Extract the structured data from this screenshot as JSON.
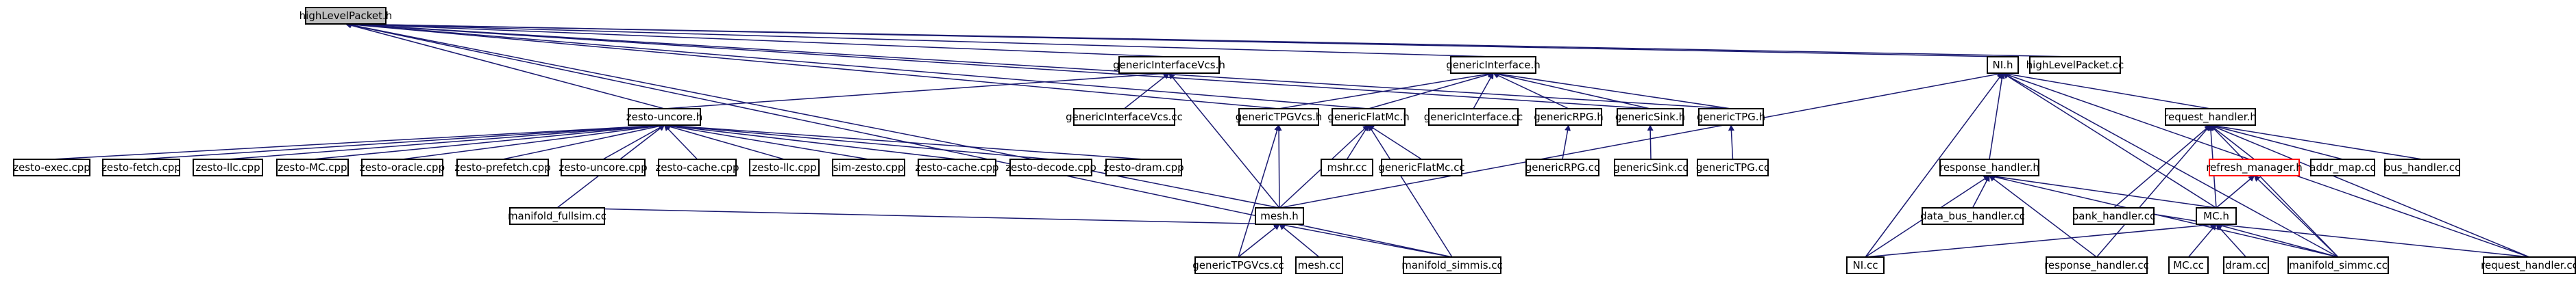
{
  "colors": {
    "edge": "#191970",
    "box_border": "#000000",
    "root_fill": "#bfbfbf",
    "highlight_border": "#ff0000"
  },
  "nodes": [
    {
      "id": "highLevelPacket_h",
      "label": "highLevelPacket.h"
    },
    {
      "id": "genericInterfaceVcs_h",
      "label": "genericInterfaceVcs.h"
    },
    {
      "id": "genericInterface_h",
      "label": "genericInterface.h"
    },
    {
      "id": "NI_h",
      "label": "NI.h"
    },
    {
      "id": "highLevelPacket_cc",
      "label": "highLevelPacket.cc"
    },
    {
      "id": "zesto_uncore_h",
      "label": "zesto-uncore.h"
    },
    {
      "id": "genericInterfaceVcs_cc",
      "label": "genericInterfaceVcs.cc"
    },
    {
      "id": "genericTPGVcs_h",
      "label": "genericTPGVcs.h"
    },
    {
      "id": "genericFlatMc_h",
      "label": "genericFlatMc.h"
    },
    {
      "id": "genericInterface_cc",
      "label": "genericInterface.cc"
    },
    {
      "id": "genericRPG_h",
      "label": "genericRPG.h"
    },
    {
      "id": "genericSink_h",
      "label": "genericSink.h"
    },
    {
      "id": "genericTPG_h",
      "label": "genericTPG.h"
    },
    {
      "id": "request_handler_h",
      "label": "request_handler.h"
    },
    {
      "id": "zesto_exec_cpp",
      "label": "zesto-exec.cpp"
    },
    {
      "id": "zesto_fetch_cpp",
      "label": "zesto-fetch.cpp"
    },
    {
      "id": "zesto_llc_cpp",
      "label": "zesto-llc.cpp"
    },
    {
      "id": "zesto_MC_cpp",
      "label": "zesto-MC.cpp"
    },
    {
      "id": "zesto_oracle_cpp",
      "label": "zesto-oracle.cpp"
    },
    {
      "id": "zesto_prefetch_cpp",
      "label": "zesto-prefetch.cpp"
    },
    {
      "id": "zesto_uncore_cpp",
      "label": "zesto-uncore.cpp"
    },
    {
      "id": "zesto_cache_cpp",
      "label": "zesto-cache.cpp"
    },
    {
      "id": "zesto_llc_cpp2",
      "label": "zesto-llc.cpp"
    },
    {
      "id": "sim_zesto_cpp",
      "label": "sim-zesto.cpp"
    },
    {
      "id": "zesto_cache_cpp2",
      "label": "zesto-cache.cpp"
    },
    {
      "id": "zesto_decode_cpp",
      "label": "zesto-decode.cpp"
    },
    {
      "id": "zesto_dram_cpp",
      "label": "zesto-dram.cpp"
    },
    {
      "id": "mesh_h",
      "label": "mesh.h"
    },
    {
      "id": "mshr_cc",
      "label": "mshr.cc"
    },
    {
      "id": "genericFlatMc_cc",
      "label": "genericFlatMc.cc"
    },
    {
      "id": "genericRPG_cc",
      "label": "genericRPG.cc"
    },
    {
      "id": "genericSink_cc",
      "label": "genericSink.cc"
    },
    {
      "id": "genericTPG_cc",
      "label": "genericTPG.cc"
    },
    {
      "id": "refresh_manager_h",
      "label": "refresh_manager.h"
    },
    {
      "id": "addr_map_cc",
      "label": "addr_map.cc"
    },
    {
      "id": "bus_handler_cc",
      "label": "bus_handler.cc"
    },
    {
      "id": "response_handler_h",
      "label": "response_handler.h"
    },
    {
      "id": "manifold_fullsim_cc",
      "label": "manifold_fullsim.cc"
    },
    {
      "id": "genericTPGVcs_cc",
      "label": "genericTPGVcs.cc"
    },
    {
      "id": "mesh_cc",
      "label": "mesh.cc"
    },
    {
      "id": "manifold_simmis_cc",
      "label": "manifold_simmis.cc"
    },
    {
      "id": "data_bus_handler_cc",
      "label": "data_bus_handler.cc"
    },
    {
      "id": "bank_handler_cc",
      "label": "bank_handler.cc"
    },
    {
      "id": "MC_h",
      "label": "MC.h"
    },
    {
      "id": "NI_cc",
      "label": "NI.cc"
    },
    {
      "id": "response_handler_cc",
      "label": "response_handler.cc"
    },
    {
      "id": "MC_cc",
      "label": "MC.cc"
    },
    {
      "id": "dram_cc",
      "label": "dram.cc"
    },
    {
      "id": "manifold_simmc_cc",
      "label": "manifold_simmc.cc"
    },
    {
      "id": "request_handler_cc",
      "label": "request_handler.cc"
    }
  ],
  "edges": [
    [
      "genericInterfaceVcs_h",
      "highLevelPacket_h"
    ],
    [
      "genericInterface_h",
      "highLevelPacket_h"
    ],
    [
      "NI_h",
      "highLevelPacket_h"
    ],
    [
      "highLevelPacket_cc",
      "highLevelPacket_h"
    ],
    [
      "zesto_uncore_h",
      "highLevelPacket_h"
    ],
    [
      "genericTPGVcs_h",
      "highLevelPacket_h"
    ],
    [
      "genericFlatMc_h",
      "highLevelPacket_h"
    ],
    [
      "genericSink_h",
      "highLevelPacket_h"
    ],
    [
      "genericTPG_h",
      "highLevelPacket_h"
    ],
    [
      "mesh_h",
      "highLevelPacket_h"
    ],
    [
      "manifold_simmis_cc",
      "highLevelPacket_h"
    ],
    [
      "zesto_uncore_h",
      "genericInterfaceVcs_h"
    ],
    [
      "genericInterfaceVcs_cc",
      "genericInterfaceVcs_h"
    ],
    [
      "mesh_h",
      "genericInterfaceVcs_h"
    ],
    [
      "genericTPGVcs_h",
      "genericInterface_h"
    ],
    [
      "genericFlatMc_h",
      "genericInterface_h"
    ],
    [
      "genericInterface_cc",
      "genericInterface_h"
    ],
    [
      "genericRPG_h",
      "genericInterface_h"
    ],
    [
      "genericSink_h",
      "genericInterface_h"
    ],
    [
      "genericTPG_h",
      "genericInterface_h"
    ],
    [
      "mesh_h",
      "NI_h"
    ],
    [
      "request_handler_h",
      "NI_h"
    ],
    [
      "response_handler_h",
      "NI_h"
    ],
    [
      "MC_h",
      "NI_h"
    ],
    [
      "NI_cc",
      "NI_h"
    ],
    [
      "manifold_simmc_cc",
      "NI_h"
    ],
    [
      "request_handler_cc",
      "NI_h"
    ],
    [
      "zesto_exec_cpp",
      "zesto_uncore_h"
    ],
    [
      "zesto_fetch_cpp",
      "zesto_uncore_h"
    ],
    [
      "zesto_llc_cpp",
      "zesto_uncore_h"
    ],
    [
      "zesto_MC_cpp",
      "zesto_uncore_h"
    ],
    [
      "zesto_oracle_cpp",
      "zesto_uncore_h"
    ],
    [
      "zesto_prefetch_cpp",
      "zesto_uncore_h"
    ],
    [
      "zesto_uncore_cpp",
      "zesto_uncore_h"
    ],
    [
      "zesto_cache_cpp",
      "zesto_uncore_h"
    ],
    [
      "zesto_llc_cpp2",
      "zesto_uncore_h"
    ],
    [
      "sim_zesto_cpp",
      "zesto_uncore_h"
    ],
    [
      "zesto_cache_cpp2",
      "zesto_uncore_h"
    ],
    [
      "zesto_decode_cpp",
      "zesto_uncore_h"
    ],
    [
      "zesto_dram_cpp",
      "zesto_uncore_h"
    ],
    [
      "manifold_fullsim_cc",
      "zesto_uncore_h"
    ],
    [
      "mesh_h",
      "genericTPGVcs_h"
    ],
    [
      "genericTPGVcs_cc",
      "genericTPGVcs_h"
    ],
    [
      "mshr_cc",
      "genericFlatMc_h"
    ],
    [
      "mesh_h",
      "genericFlatMc_h"
    ],
    [
      "genericFlatMc_cc",
      "genericFlatMc_h"
    ],
    [
      "manifold_simmis_cc",
      "genericFlatMc_h"
    ],
    [
      "genericRPG_cc",
      "genericRPG_h"
    ],
    [
      "genericSink_cc",
      "genericSink_h"
    ],
    [
      "genericTPG_cc",
      "genericTPG_h"
    ],
    [
      "refresh_manager_h",
      "request_handler_h"
    ],
    [
      "addr_map_cc",
      "request_handler_h"
    ],
    [
      "bus_handler_cc",
      "request_handler_h"
    ],
    [
      "bank_handler_cc",
      "request_handler_h"
    ],
    [
      "MC_h",
      "request_handler_h"
    ],
    [
      "manifold_simmc_cc",
      "request_handler_h"
    ],
    [
      "request_handler_cc",
      "request_handler_h"
    ],
    [
      "response_handler_cc",
      "request_handler_h"
    ],
    [
      "MC_h",
      "refresh_manager_h"
    ],
    [
      "manifold_simmc_cc",
      "refresh_manager_h"
    ],
    [
      "data_bus_handler_cc",
      "response_handler_h"
    ],
    [
      "MC_h",
      "response_handler_h"
    ],
    [
      "NI_cc",
      "response_handler_h"
    ],
    [
      "response_handler_cc",
      "response_handler_h"
    ],
    [
      "manifold_simmc_cc",
      "response_handler_h"
    ],
    [
      "manifold_fullsim_cc",
      "mesh_h"
    ],
    [
      "genericTPGVcs_cc",
      "mesh_h"
    ],
    [
      "mesh_cc",
      "mesh_h"
    ],
    [
      "manifold_simmis_cc",
      "mesh_h"
    ],
    [
      "NI_cc",
      "MC_h"
    ],
    [
      "MC_cc",
      "MC_h"
    ],
    [
      "dram_cc",
      "MC_h"
    ],
    [
      "manifold_simmc_cc",
      "MC_h"
    ],
    [
      "request_handler_cc",
      "MC_h"
    ],
    [
      "bank_handler_cc",
      "MC_h"
    ]
  ]
}
